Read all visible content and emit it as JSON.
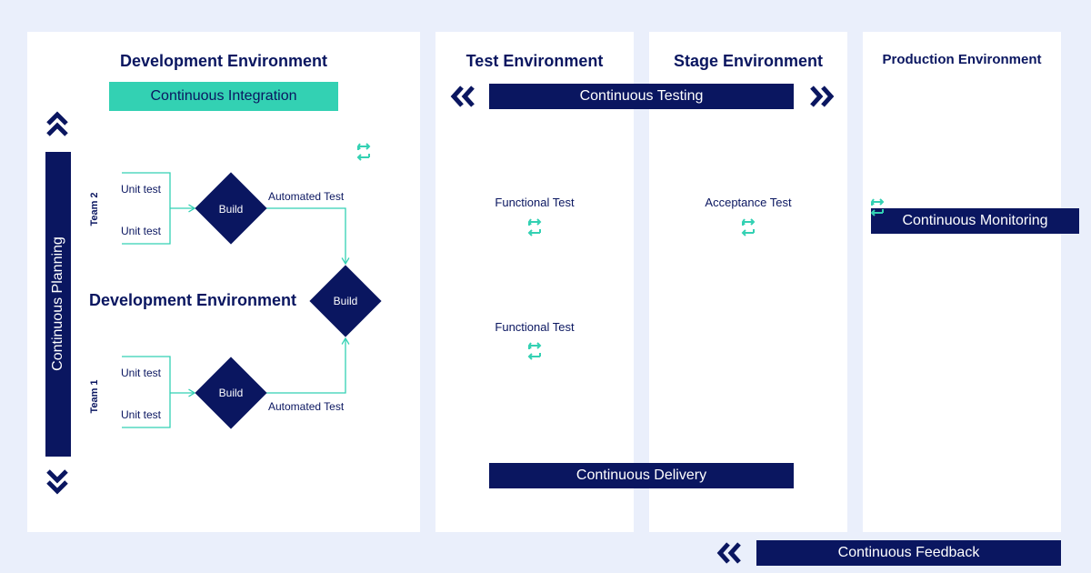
{
  "colors": {
    "navy": "#0a1660",
    "teal": "#33d1b3",
    "background": "#eaeffb"
  },
  "environments": {
    "development": "Development Environment",
    "development_overlap": "Development Environment",
    "test": "Test Environment",
    "stage": "Stage Environment",
    "production": "Production Environment"
  },
  "bars": {
    "integration": "Continuous Integration",
    "planning": "Continuous Planning",
    "testing": "Continuous Testing",
    "monitoring": "Continuous Monitoring",
    "delivery": "Continuous Delivery",
    "feedback": "Continuous Feedback"
  },
  "dev_flow": {
    "team2": {
      "label": "Team 2",
      "unit_tests": [
        "Unit test",
        "Unit test"
      ],
      "build": "Build",
      "automated": "Automated Test"
    },
    "team1": {
      "label": "Team 1",
      "unit_tests": [
        "Unit test",
        "Unit test"
      ],
      "build": "Build",
      "automated": "Automated Test"
    },
    "merge_build": "Build"
  },
  "tests": {
    "test_env": [
      "Functional Test",
      "Functional Test"
    ],
    "stage_env": [
      "Acceptance Test"
    ]
  },
  "icons": [
    "chevron-double-up-icon",
    "chevron-double-down-icon",
    "chevron-double-left-icon",
    "chevron-double-right-icon",
    "cycle-arrows-icon"
  ]
}
